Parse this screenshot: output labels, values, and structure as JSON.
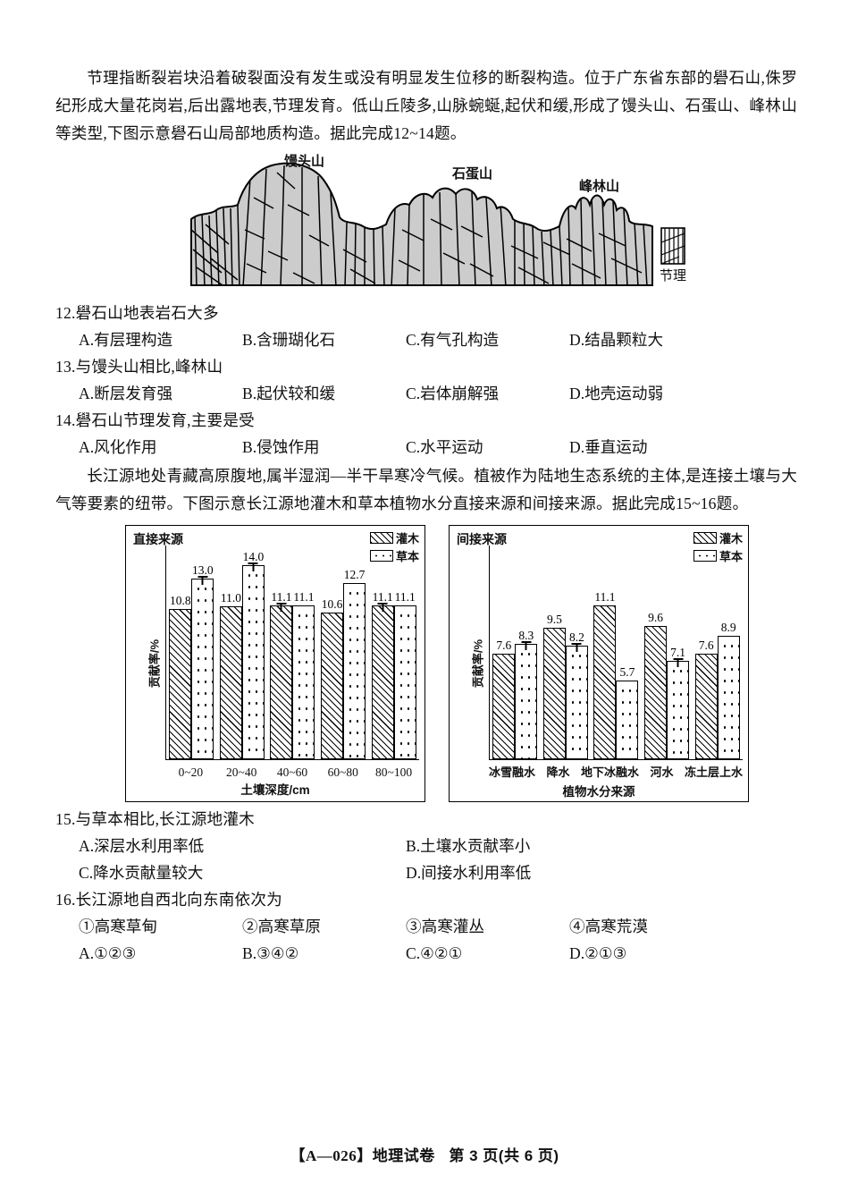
{
  "passage1": "节理指断裂岩块沿着破裂面没有发生或没有明显发生位移的断裂构造。位于广东省东部的礐石山,侏罗纪形成大量花岗岩,后出露地表,节理发育。低山丘陵多,山脉蜿蜒,起伏和缓,形成了馒头山、石蛋山、峰林山等类型,下图示意礐石山局部地质构造。据此完成12~14题。",
  "figure_geo": {
    "labels": [
      "馒头山",
      "石蛋山",
      "峰林山"
    ],
    "legend_label": "节理"
  },
  "questions": [
    {
      "number": "12.",
      "stem": "礐石山地表岩石大多",
      "options": [
        "A.有层理构造",
        "B.含珊瑚化石",
        "C.有气孔构造",
        "D.结晶颗粒大"
      ]
    },
    {
      "number": "13.",
      "stem": "与馒头山相比,峰林山",
      "options": [
        "A.断层发育强",
        "B.起伏较和缓",
        "C.岩体崩解强",
        "D.地壳运动弱"
      ]
    },
    {
      "number": "14.",
      "stem": "礐石山节理发育,主要是受",
      "options": [
        "A.风化作用",
        "B.侵蚀作用",
        "C.水平运动",
        "D.垂直运动"
      ]
    }
  ],
  "passage2": "长江源地处青藏高原腹地,属半湿润—半干旱寒冷气候。植被作为陆地生态系统的主体,是连接土壤与大气等要素的纽带。下图示意长江源地灌木和草本植物水分直接来源和间接来源。据此完成15~16题。",
  "chart_data": [
    {
      "type": "bar",
      "title": "直接来源",
      "xlabel": "土壤深度/cm",
      "ylabel": "贡献率/%",
      "ylim": [
        0,
        15.4
      ],
      "grid": false,
      "legend_position": "top-right",
      "categories": [
        "0~20",
        "20~40",
        "40~60",
        "60~80",
        "80~100"
      ],
      "series": [
        {
          "name": "灌木",
          "values": [
            10.8,
            11.0,
            11.1,
            10.6,
            11.1
          ],
          "errorbars": [
            false,
            false,
            true,
            false,
            true
          ]
        },
        {
          "name": "草本",
          "values": [
            13.0,
            14.0,
            11.1,
            12.7,
            11.1
          ],
          "errorbars": [
            true,
            true,
            false,
            false,
            false
          ]
        }
      ]
    },
    {
      "type": "bar",
      "title": "间接来源",
      "xlabel": "植物水分来源",
      "ylabel": "贡献率/%",
      "ylim": [
        0,
        15.4
      ],
      "grid": false,
      "legend_position": "top-right",
      "categories": [
        "冰雪融水",
        "降水",
        "地下冰融水",
        "河水",
        "冻土层上水"
      ],
      "series": [
        {
          "name": "灌木",
          "values": [
            7.6,
            9.5,
            11.1,
            9.6,
            7.6
          ],
          "errorbars": [
            false,
            false,
            false,
            false,
            false
          ]
        },
        {
          "name": "草本",
          "values": [
            8.3,
            8.2,
            5.7,
            7.1,
            8.9
          ],
          "errorbars": [
            true,
            true,
            false,
            true,
            false
          ]
        }
      ]
    }
  ],
  "questions2": [
    {
      "number": "15.",
      "stem": "与草本相比,长江源地灌木",
      "options_row1": [
        "A.深层水利用率低",
        "B.土壤水贡献率小"
      ],
      "options_row2": [
        "C.降水贡献量较大",
        "D.间接水利用率低"
      ]
    },
    {
      "number": "16.",
      "stem": "长江源地自西北向东南依次为",
      "items": [
        "①高寒草甸",
        "②高寒草原",
        "③高寒灌丛",
        "④高寒荒漠"
      ],
      "options": [
        "A.①②③",
        "B.③④②",
        "C.④②①",
        "D.②①③"
      ]
    }
  ],
  "footer": {
    "code": "【A—026】",
    "paper": "地理试卷",
    "page": "第 3 页(共 6 页)"
  }
}
